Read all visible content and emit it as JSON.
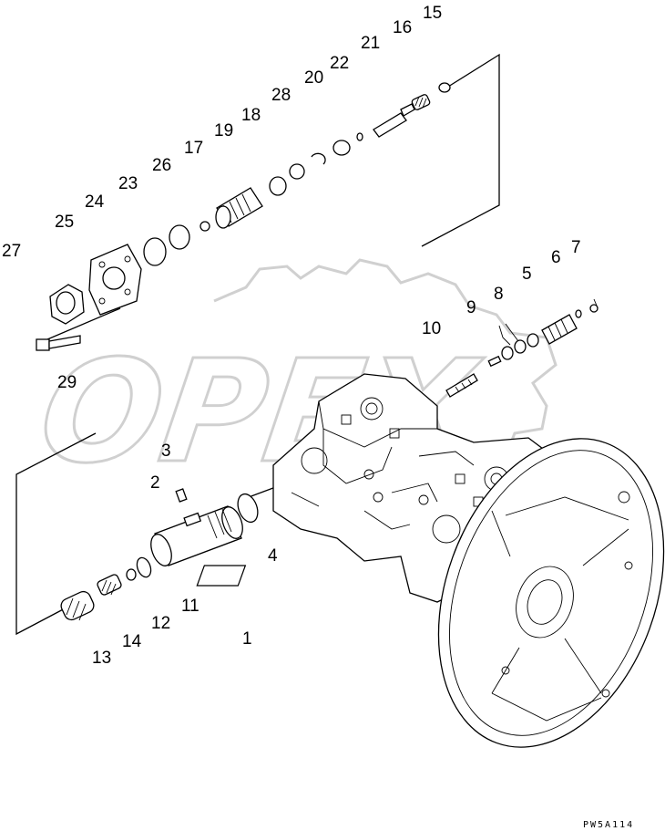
{
  "diagram": {
    "drawing_code": "PW5A114",
    "watermark_text": "OPEX",
    "callouts": [
      {
        "label": "1"
      },
      {
        "label": "2"
      },
      {
        "label": "3"
      },
      {
        "label": "4"
      },
      {
        "label": "5"
      },
      {
        "label": "6"
      },
      {
        "label": "7"
      },
      {
        "label": "8"
      },
      {
        "label": "9"
      },
      {
        "label": "10"
      },
      {
        "label": "11"
      },
      {
        "label": "12"
      },
      {
        "label": "13"
      },
      {
        "label": "14"
      },
      {
        "label": "15"
      },
      {
        "label": "16"
      },
      {
        "label": "17"
      },
      {
        "label": "18"
      },
      {
        "label": "19"
      },
      {
        "label": "20"
      },
      {
        "label": "21"
      },
      {
        "label": "22"
      },
      {
        "label": "23"
      },
      {
        "label": "24"
      },
      {
        "label": "25"
      },
      {
        "label": "26"
      },
      {
        "label": "27"
      },
      {
        "label": "28"
      },
      {
        "label": "29"
      }
    ]
  }
}
